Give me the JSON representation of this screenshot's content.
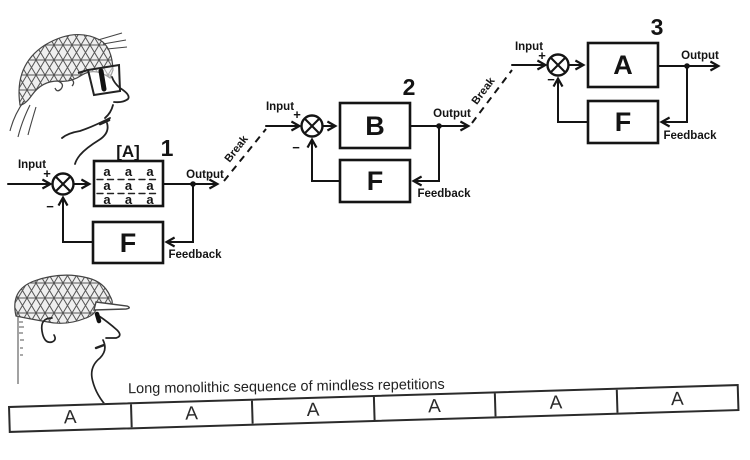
{
  "figure_caption": "Long monolithic sequence of mindless repetitions",
  "loops": [
    {
      "number": "1",
      "process_label": "[A]",
      "matrix_cell": "a",
      "input": "Input",
      "output": "Output",
      "f_label": "F",
      "feedback": "Feedback",
      "plus": "+",
      "minus": "−",
      "break_label": "Break"
    },
    {
      "number": "2",
      "process_label": "B",
      "input": "Input",
      "output": "Output",
      "f_label": "F",
      "feedback": "Feedback",
      "plus": "+",
      "minus": "−",
      "break_label": "Break"
    },
    {
      "number": "3",
      "process_label": "A",
      "input": "Input",
      "output": "Output",
      "f_label": "F",
      "feedback": "Feedback",
      "plus": "+",
      "minus": "−"
    }
  ],
  "strip": {
    "cells": [
      "A",
      "A",
      "A",
      "A",
      "A",
      "A"
    ]
  },
  "colors": {
    "ink": "#141414",
    "sketch": "#444444",
    "pattern_fill": "#efefef"
  }
}
